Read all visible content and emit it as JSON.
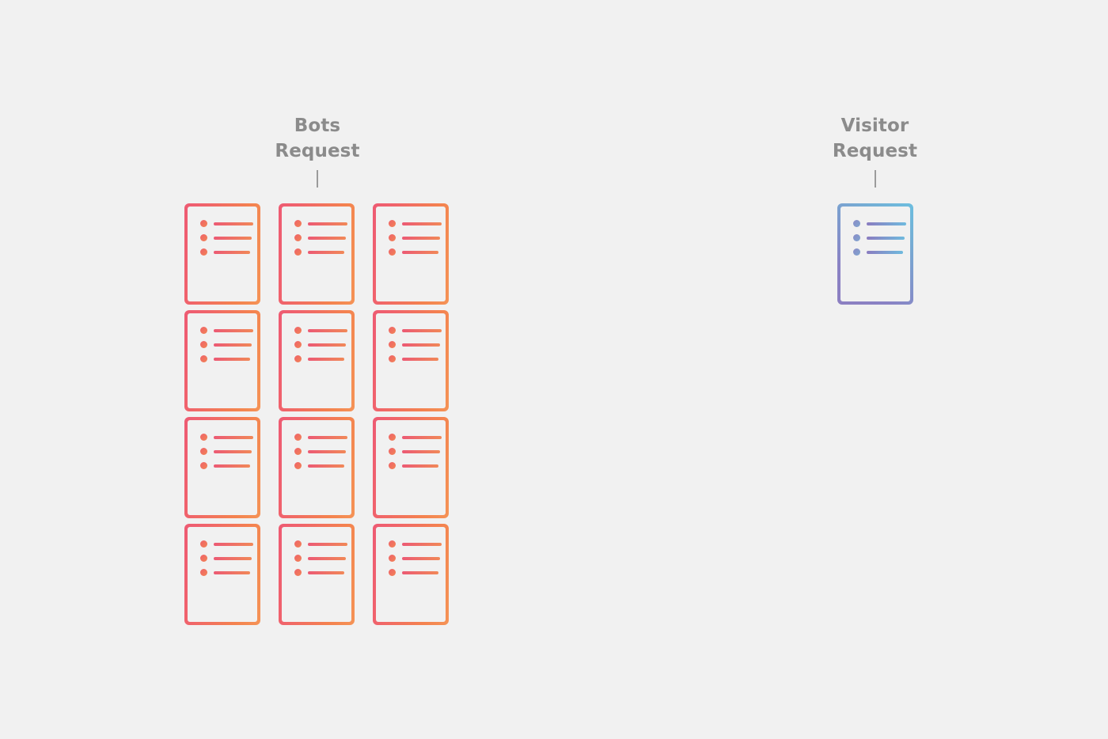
{
  "background_color": "#F1F1F1",
  "groups": [
    {
      "id": "bots",
      "label_line1": "Bots",
      "label_line2": "Request",
      "label_text": "Bots\nRequest",
      "label_color": "#8B8B8B",
      "accent_start": "#EE5B73",
      "accent_end": "#F59356",
      "card_count": 12,
      "columns": 3,
      "rows": 4,
      "card_style": "red"
    },
    {
      "id": "visitor",
      "label_line1": "Visitor",
      "label_line2": "Request",
      "label_text": "Visitor\nRequest",
      "label_color": "#8B8B8B",
      "accent_start": "#8C7FC1",
      "accent_end": "#6CBEDF",
      "card_count": 1,
      "columns": 1,
      "rows": 1,
      "card_style": "blue"
    }
  ],
  "document_card": {
    "bullet_rows": 3,
    "rule_widths": [
      "long",
      "mid",
      "short"
    ],
    "icon_name": "document-list-icon"
  }
}
